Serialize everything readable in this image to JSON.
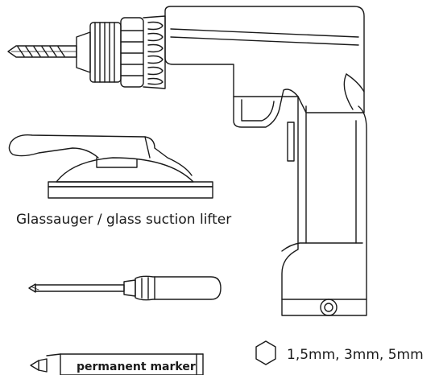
{
  "labels": {
    "suction_lifter": "Glassauger / glass suction lifter",
    "marker": "permanent marker",
    "hex_sizes": "1,5mm, 3mm, 5mm"
  },
  "icons": {
    "drill": "cordless-drill-icon",
    "suction_lifter": "suction-lifter-icon",
    "screwdriver": "phillips-screwdriver-icon",
    "marker": "marker-icon",
    "hex": "hex-key-icon"
  },
  "colors": {
    "line": "#1a1a1a",
    "background": "#ffffff"
  }
}
